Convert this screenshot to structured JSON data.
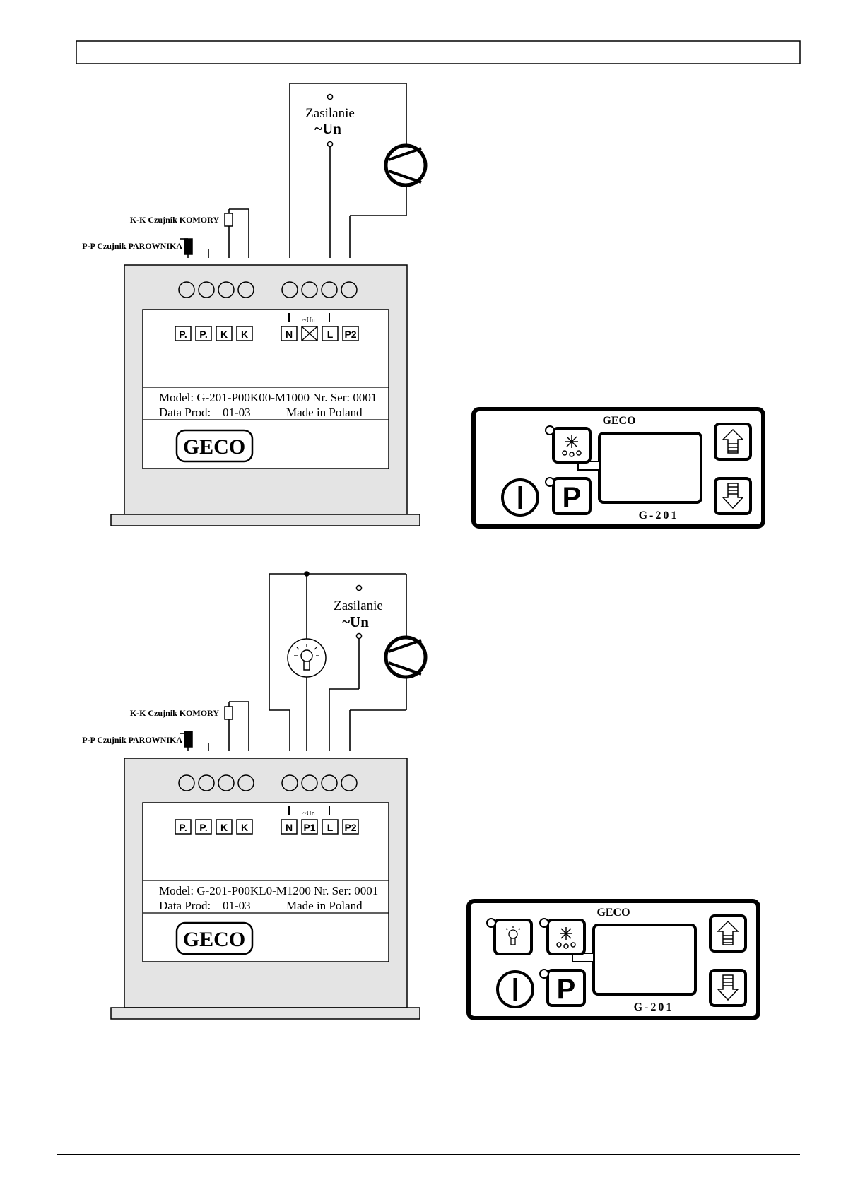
{
  "colors": {
    "ink": "#000000",
    "housing": "#e4e4e4",
    "label_panel": "#ffffff",
    "paper": "#ffffff"
  },
  "diagrams": [
    {
      "supply_label": "Zasilanie",
      "supply_voltage": "~Un",
      "sensor_chamber": "K-K Czujnik  KOMORY",
      "sensor_evaporator": "P-P Czujnik PAROWNIKA",
      "terminals_left": [
        "P.",
        "P.",
        "K",
        "K"
      ],
      "terminals_right": [
        "N",
        "",
        "L",
        "P2"
      ],
      "un_label": "~Un",
      "model_line": "Model: G-201-P00K00-M1000  Nr. Ser:  0001",
      "date_label": "Data Prod:",
      "date_value": "01-03",
      "made_in": "Made in Poland",
      "brand": "GECO",
      "panel_brand": "GECO",
      "panel_model": "G-201",
      "panel_has_light_button": false,
      "has_lamp": false
    },
    {
      "supply_label": "Zasilanie",
      "supply_voltage": "~Un",
      "sensor_chamber": "K-K Czujnik  KOMORY",
      "sensor_evaporator": "P-P Czujnik PAROWNIKA",
      "terminals_left": [
        "P.",
        "P.",
        "K",
        "K"
      ],
      "terminals_right": [
        "N",
        "P1",
        "L",
        "P2"
      ],
      "un_label": "~Un",
      "model_line": "Model: G-201-P00KL0-M1200  Nr. Ser:  0001",
      "date_label": "Data Prod:",
      "date_value": "01-03",
      "made_in": "Made in Poland",
      "brand": "GECO",
      "panel_brand": "GECO",
      "panel_model": "G-201",
      "panel_has_light_button": true,
      "has_lamp": true
    }
  ],
  "icons": {
    "compressor": "compressor-icon",
    "lamp": "lamp-icon",
    "defrost": "defrost-icon",
    "power": "power-icon",
    "program": "program-icon",
    "up": "arrow-up-icon",
    "down": "arrow-down-icon"
  }
}
